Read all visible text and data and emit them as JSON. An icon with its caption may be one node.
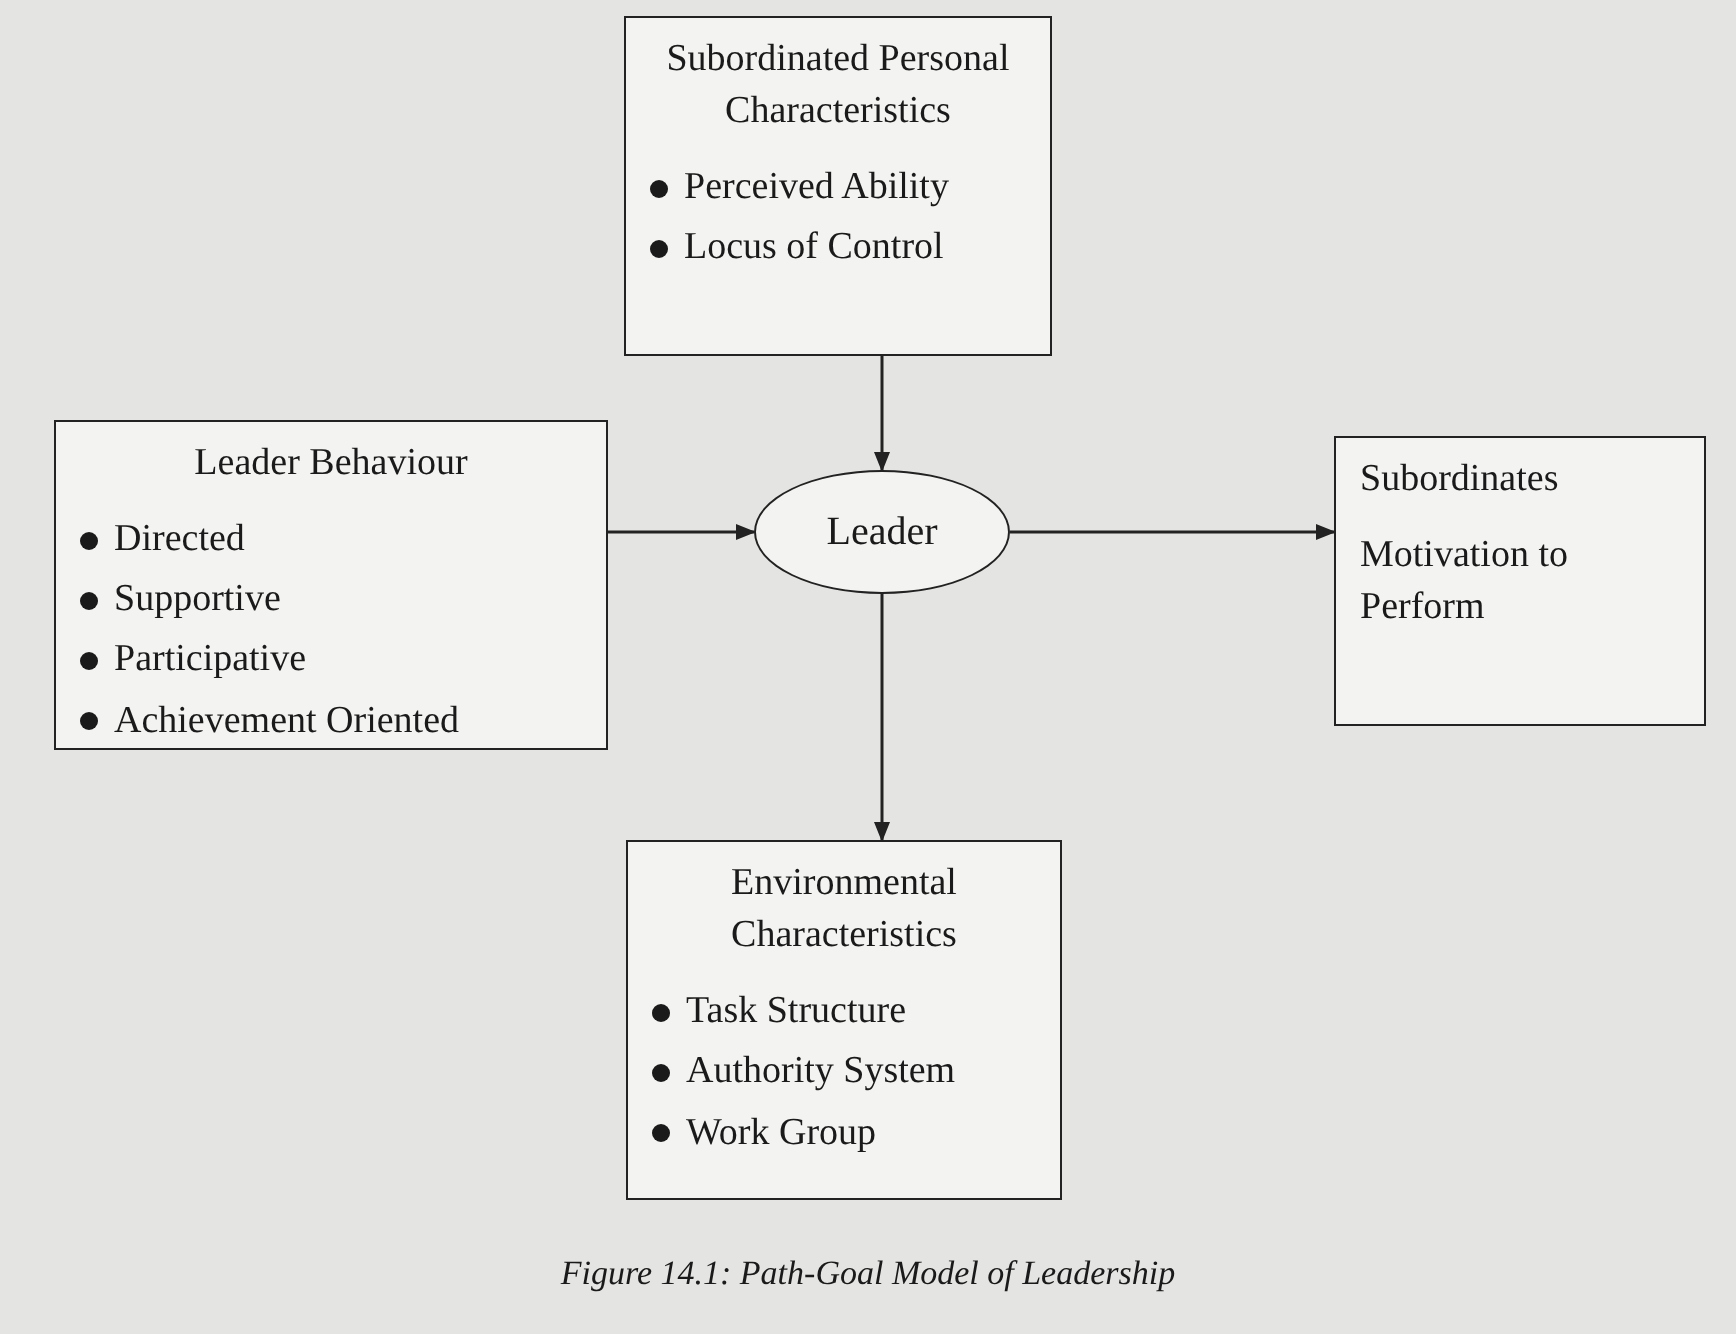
{
  "diagram": {
    "caption": "Figure 14.1: Path-Goal Model of Leadership",
    "nodes": [
      {
        "text": [
          "Subordinated Personal Characteristics",
          "Perceived Ability",
          "Locus of Control"
        ]
      },
      {
        "text": [
          "Leader Behaviour",
          "Directed",
          "Supportive",
          "Participative",
          "Achievement Oriented"
        ]
      },
      {
        "text": [
          "Leader"
        ]
      },
      {
        "text": [
          "Subordinates",
          "Motivation to Perform"
        ]
      },
      {
        "text": [
          "Environmental Characteristics",
          "Task Structure",
          "Authority System",
          "Work Group"
        ]
      }
    ],
    "edges": [
      {
        "from": 0,
        "to": 2,
        "arrow": "to"
      },
      {
        "from": 1,
        "to": 2,
        "arrow": "to"
      },
      {
        "from": 2,
        "to": 3,
        "arrow": "to"
      },
      {
        "from": 2,
        "to": 4,
        "arrow": "to"
      }
    ]
  }
}
